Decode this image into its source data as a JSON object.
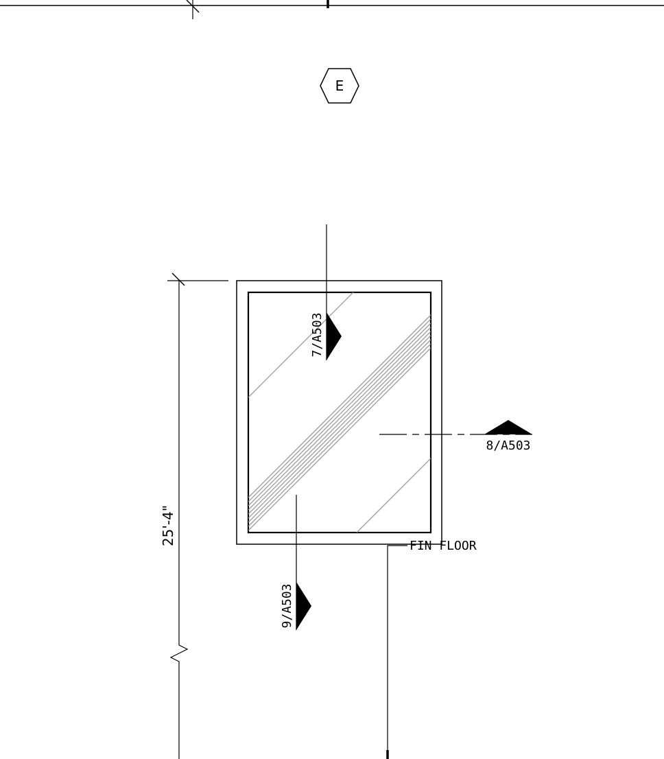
{
  "drawing": {
    "grid_bubble": {
      "label": "E"
    },
    "dimension": {
      "label": "25'-4\""
    },
    "section_markers": [
      {
        "label": "7/A503"
      },
      {
        "label": "8/A503"
      },
      {
        "label": "9/A503"
      }
    ],
    "level_marker": {
      "label": "FIN FLOOR"
    },
    "colors": {
      "linework": "#000000",
      "hatch": "#9a9a9a",
      "background": "#ffffff"
    }
  }
}
